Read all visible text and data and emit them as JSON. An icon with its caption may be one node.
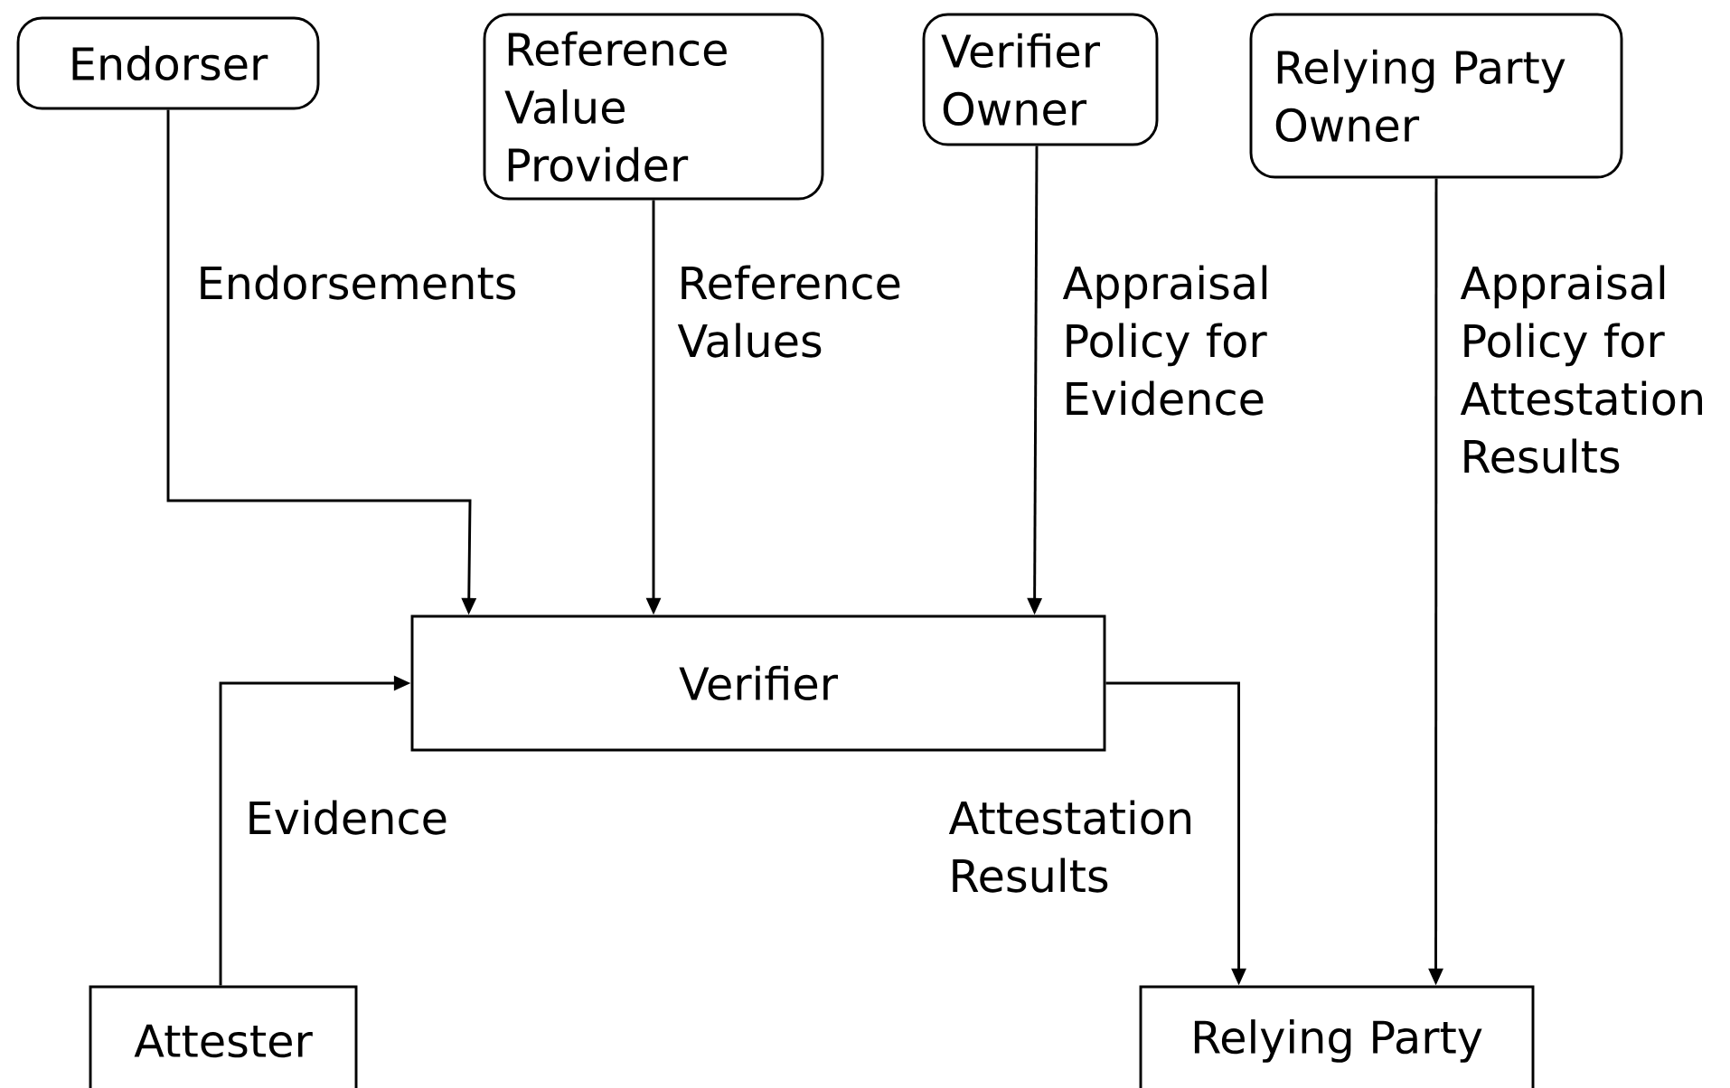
{
  "diagram": {
    "nodes": [
      {
        "text": [
          "Endorser"
        ]
      },
      {
        "text": [
          "Reference Value Provider"
        ]
      },
      {
        "text": [
          "Verifier Owner"
        ]
      },
      {
        "text": [
          "Relying Party Owner"
        ]
      },
      {
        "text": [
          "Verifier"
        ]
      },
      {
        "text": [
          "Attester"
        ]
      },
      {
        "text": [
          "Relying Party"
        ]
      }
    ],
    "edges": [
      {
        "from": 0,
        "to": 4,
        "arrow": "to",
        "label": "Endorsements"
      },
      {
        "from": 1,
        "to": 4,
        "arrow": "to",
        "label": "Reference Values"
      },
      {
        "from": 2,
        "to": 4,
        "arrow": "to",
        "label": "Appraisal Policy for Evidence"
      },
      {
        "from": 3,
        "to": 6,
        "arrow": "to",
        "label": "Appraisal Policy for Attestation Results"
      },
      {
        "from": 5,
        "to": 4,
        "arrow": "to",
        "label": "Evidence"
      },
      {
        "from": 4,
        "to": 6,
        "arrow": "to",
        "label": "Attestation Results"
      }
    ]
  }
}
